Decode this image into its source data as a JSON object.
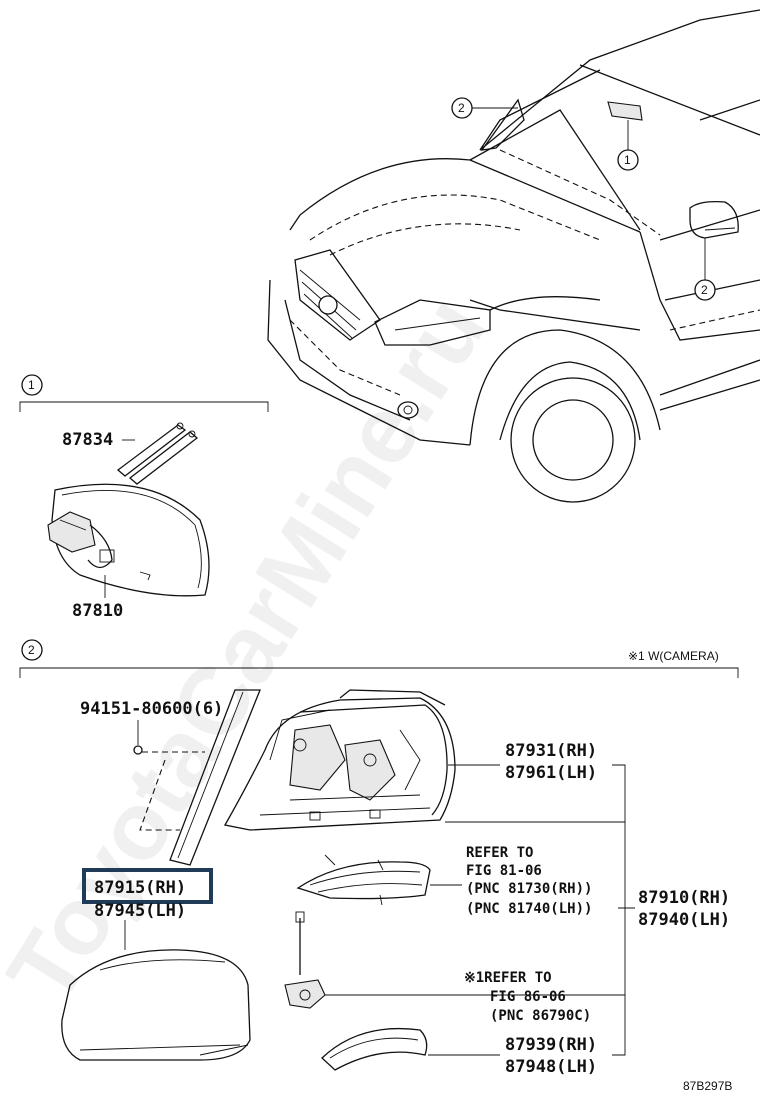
{
  "watermark": "ToyotaCarMine.ru",
  "callouts": {
    "c1": "1",
    "c2": "2"
  },
  "section1": {
    "marker": "1",
    "parts": {
      "p87834": "87834",
      "p87810": "87810"
    }
  },
  "section2": {
    "marker": "2",
    "note": "※1 W(CAMERA)",
    "parts": {
      "bolt": "94151-80600(6)",
      "p87931": "87931(RH)",
      "p87961": "87961(LH)",
      "p87915": "87915(RH)",
      "p87945": "87945(LH)",
      "p87910": "87910(RH)",
      "p87940": "87940(LH)",
      "p87939": "87939(RH)",
      "p87948": "87948(LH)"
    },
    "refer1": {
      "line1": "REFER TO",
      "line2": "FIG 81-06",
      "line3": "(PNC 81730(RH))",
      "line4": "(PNC 81740(LH))"
    },
    "refer2": {
      "line1": "※1REFER TO",
      "line2": "FIG 86-06",
      "line3": "(PNC 86790C)"
    }
  },
  "figure_id": "87B297B",
  "highlight_color": "#1f3b57"
}
